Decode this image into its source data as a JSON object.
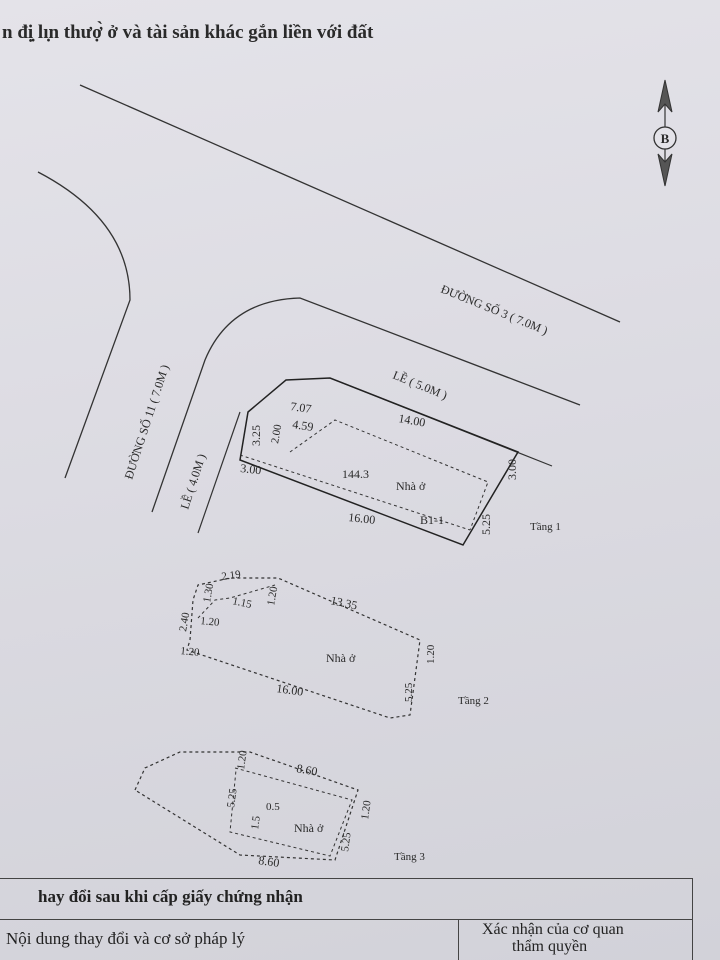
{
  "header": {
    "text": "n đị̣ lı̣n thượ̀ ở và tài sản khác gắn liền với đất"
  },
  "compass": {
    "letter": "B"
  },
  "streets": {
    "road_3": "ĐƯỜNG SỐ 3 ( 7.0M )",
    "road_11": "ĐƯỜNG SỐ 11 ( 7.0M )",
    "sidewalk_top": "LỀ ( 5.0M )",
    "sidewalk_left": "LỀ ( 4.0M )"
  },
  "floor1": {
    "label": "Tầng 1",
    "house": "Nhà ở",
    "area": "144.3",
    "parcel": "B1-1",
    "dims": [
      "7.07",
      "14.00",
      "4.59",
      "3.25",
      "2.00",
      "3.00",
      "3.00",
      "16.00",
      "5.25"
    ]
  },
  "floor2": {
    "label": "Tầng 2",
    "house": "Nhà ở",
    "dims": [
      "2.19",
      "1.30",
      "1.20",
      "1.15",
      "13.35",
      "2.40",
      "1.20",
      "1.20",
      "1.20",
      "16.00",
      "5.25"
    ]
  },
  "floor3": {
    "label": "Tầng 3",
    "house": "Nhà ở",
    "dims": [
      "1.20",
      "8.60",
      "5.25",
      "1.20",
      "1.5",
      "0.5",
      "5.25",
      "8.60"
    ]
  },
  "changes_table": {
    "title": "hay đổi sau khi cấp giấy chứng nhận",
    "col_left": "Nội dung thay đổi và cơ sở pháp lý",
    "col_right_line1": "Xác nhận của cơ quan",
    "col_right_line2": "thẩm quyền"
  }
}
